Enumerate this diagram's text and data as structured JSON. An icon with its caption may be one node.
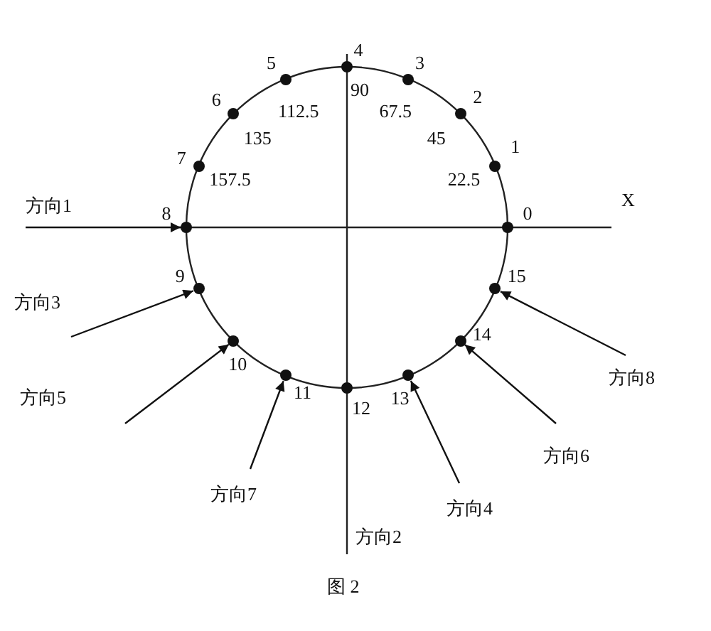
{
  "diagram": {
    "caption": "图 2",
    "nodes": [
      {
        "text": [
          "0"
        ]
      },
      {
        "text": [
          "1"
        ],
        "beside": [
          "22.5"
        ]
      },
      {
        "text": [
          "2"
        ],
        "beside": [
          "45"
        ]
      },
      {
        "text": [
          "3"
        ],
        "beside": [
          "67.5"
        ]
      },
      {
        "text": [
          "4"
        ],
        "beside": [
          "90"
        ]
      },
      {
        "text": [
          "5"
        ],
        "beside": [
          "112.5"
        ]
      },
      {
        "text": [
          "6"
        ],
        "beside": [
          "135"
        ]
      },
      {
        "text": [
          "7"
        ],
        "beside": [
          "157.5"
        ]
      },
      {
        "text": [
          "8"
        ]
      },
      {
        "text": [
          "9"
        ]
      },
      {
        "text": [
          "10"
        ]
      },
      {
        "text": [
          "11"
        ]
      },
      {
        "text": [
          "12"
        ]
      },
      {
        "text": [
          "13"
        ]
      },
      {
        "text": [
          "14"
        ]
      },
      {
        "text": [
          "15"
        ]
      },
      {
        "text": [
          "方向1"
        ]
      },
      {
        "text": [
          "方向3"
        ]
      },
      {
        "text": [
          "方向5"
        ]
      },
      {
        "text": [
          "方向7"
        ]
      },
      {
        "text": [
          "方向4"
        ]
      },
      {
        "text": [
          "方向6"
        ]
      },
      {
        "text": [
          "方向8"
        ]
      }
    ],
    "edges": [
      {
        "from": 16,
        "to": 8,
        "arrow": "to"
      },
      {
        "from": 17,
        "to": 9,
        "arrow": "to"
      },
      {
        "from": 18,
        "to": 10,
        "arrow": "to"
      },
      {
        "from": 19,
        "to": 11,
        "arrow": "to"
      },
      {
        "from": 20,
        "to": 13,
        "arrow": "to"
      },
      {
        "from": 21,
        "to": 14,
        "arrow": "to"
      },
      {
        "from": 22,
        "to": 15,
        "arrow": "to"
      }
    ],
    "labels": [
      "X",
      "方向2"
    ]
  }
}
